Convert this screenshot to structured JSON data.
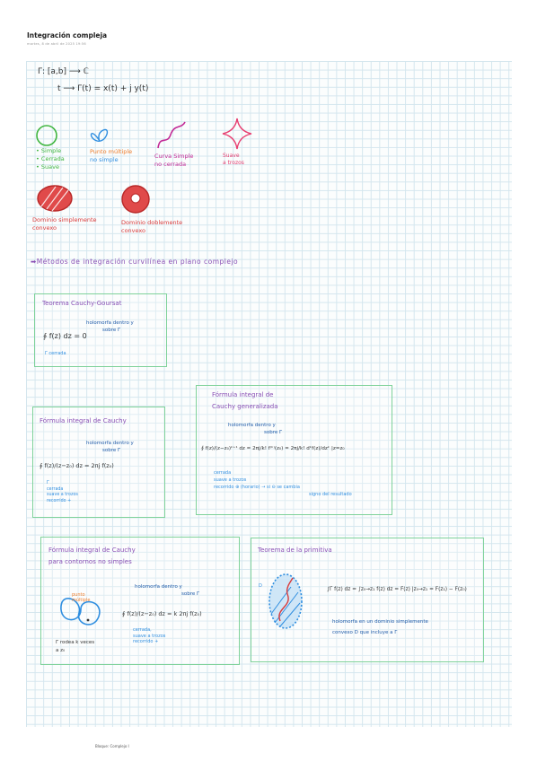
{
  "header": {
    "title": "Integración compleja",
    "date": "martes, 8 de abril de 2025   19:56"
  },
  "notes": {
    "map_line1": "Γ: [a,b] ⟶ ℂ",
    "map_line2": "t  ⟶ Γ(t) = x(t) + j y(t)",
    "curve_types": {
      "simple": [
        "• Simple",
        "• Cerrada",
        "• Suave"
      ],
      "multiple": [
        "Punto múltiple",
        "no simple"
      ],
      "open": [
        "Curva Simple",
        "no cerrada"
      ],
      "piecewise": [
        "Suave",
        "a trozos"
      ]
    },
    "domains": {
      "simply": [
        "Dominio simplemente",
        "convexo"
      ],
      "doubly": [
        "Dominio doblemente",
        "convexo"
      ]
    },
    "section_heading": "➡Métodos de integración curvilínea en plano complejo"
  },
  "boxes": {
    "goursat": {
      "title": "Teorema Cauchy-Goursat",
      "formula": "∮ f(z) dz = 0",
      "annotation": [
        "holomorfa dentro y",
        "sobre Γ"
      ],
      "footnote": "Γ cerrada"
    },
    "cauchy": {
      "title": "Fórmula integral de Cauchy",
      "formula": "∮ f(z)/(z−z₀) dz = 2πj f(z₀)",
      "annotation": [
        "holomorfa dentro y",
        "sobre Γ"
      ],
      "footnote": [
        "Γ",
        "cerrada",
        "suave a trozos",
        "recorrido +"
      ]
    },
    "generalized": {
      "title": [
        "Fórmula integral de",
        "Cauchy generalizada"
      ],
      "formula": "∮ f(z)/(z−z₀)ᵏ⁺¹ dz = 2πj/k! f⁽ᵏ⁾(z₀) = 2πj/k! dᵏf(z)/dzᵏ |z=z₀",
      "annotation": [
        "holomorfa dentro y",
        "sobre Γ"
      ],
      "footnote": [
        "cerrada",
        "suave a trozos",
        "recorrido ⊕ (horario) → si ⊖ se cambia",
        "signo del resultado"
      ]
    },
    "contours": {
      "title": [
        "Fórmula integral de Cauchy",
        "para contornos no simples"
      ],
      "formula": "∮ f(z)/(z−z₀) dz = k 2πj f(z₀)",
      "annotation": [
        "holomorfa dentro y",
        "sobre Γ"
      ],
      "point_label": [
        "punto",
        "múltiple"
      ],
      "footnote": [
        "cerrada,",
        "suave a trozos",
        "recorrido +"
      ],
      "bottom_note": [
        "Γ rodea k veces",
        "a z₀"
      ]
    },
    "primitive": {
      "title": "Teorema de la primitiva",
      "formula": "∫Γ f(z) dz = ∫z₀→z₁ f(z) dz = F(z) |z₀→z₁ = F(z₁) − F(z₀)",
      "domain_label": "D",
      "note": [
        "holomorfa en un dominio simplemente",
        "convexo D que incluye a Γ"
      ]
    }
  },
  "footer": {
    "text": "Bloque: Complejo I"
  },
  "colors": {
    "green": "#3fb53f",
    "orange": "#ef7c2a",
    "blue": "#2f8ee0",
    "magenta": "#c22a96",
    "pink": "#e73d6f",
    "red": "#d93a3a",
    "purple": "#8a50b5",
    "box": "#7fd29a"
  }
}
